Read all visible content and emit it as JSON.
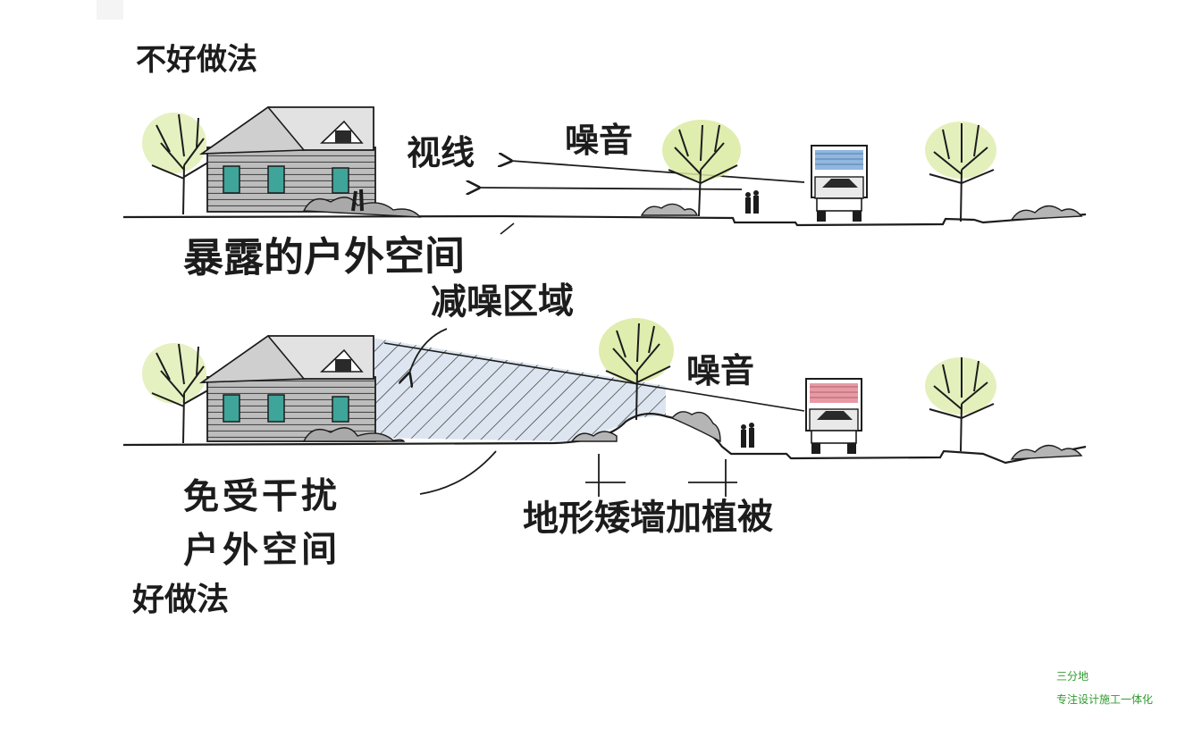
{
  "top_scene": {
    "heading": "不好做法",
    "sight_label": "视线",
    "noise_label": "噪音",
    "outdoor_label": "暴露的户外空间"
  },
  "bottom_scene": {
    "noise_reduction_label": "减噪区域",
    "noise_label": "噪音",
    "outdoor_label_line1": "免受干扰",
    "outdoor_label_line2": "户外空间",
    "heading": "好做法",
    "berm_label": "地形矮墙加植被"
  },
  "watermark": {
    "line1": "三分地",
    "line2": "专注设计施工一体化"
  },
  "colors": {
    "ink": "#1c1c1c",
    "house_siding": "#b8b8b8",
    "roof": "#dedede",
    "window": "#3fa59a",
    "tree_glow": "#d6e89a",
    "truck_top": "#6fa8dc",
    "truck_bottom": "#d9838e",
    "hatch": "#8fa7c4",
    "watermark": "#2f9a2f"
  }
}
